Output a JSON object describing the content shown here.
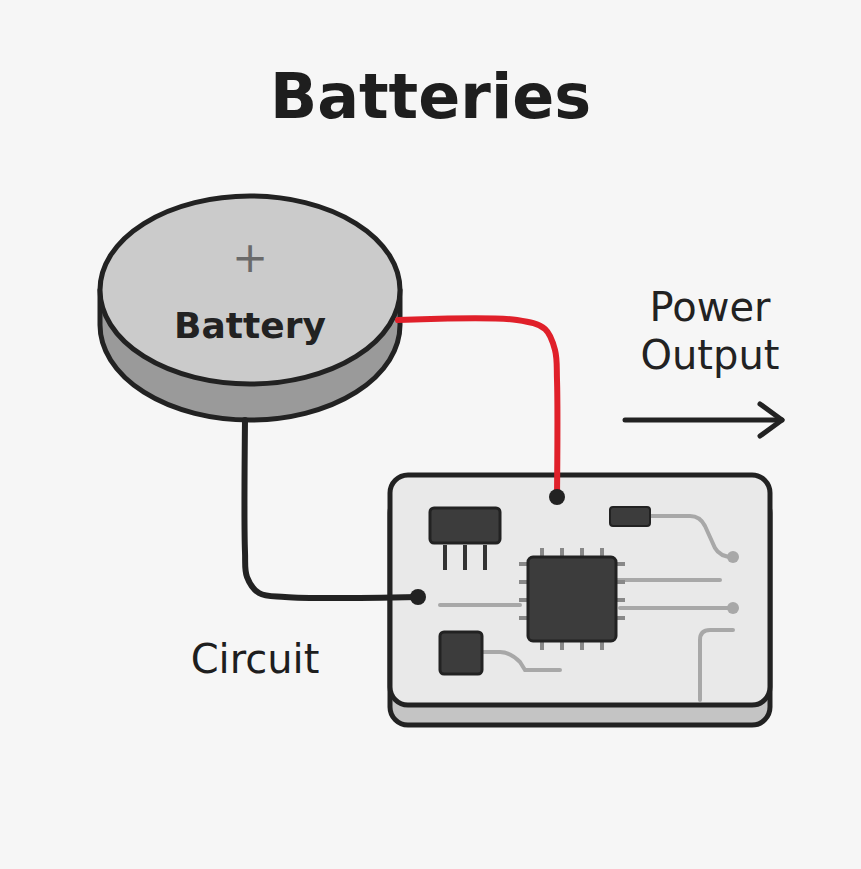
{
  "diagram": {
    "title": "Batteries",
    "nodes": [
      {
        "text": [
          "+",
          "Battery"
        ]
      },
      {
        "text": [
          "Circuit"
        ]
      }
    ],
    "edges": [
      {
        "from": 0,
        "to": 1,
        "arrow": "none"
      },
      {
        "from": 0,
        "to": 1,
        "arrow": "none"
      }
    ],
    "labels": [
      "Power Output"
    ]
  }
}
